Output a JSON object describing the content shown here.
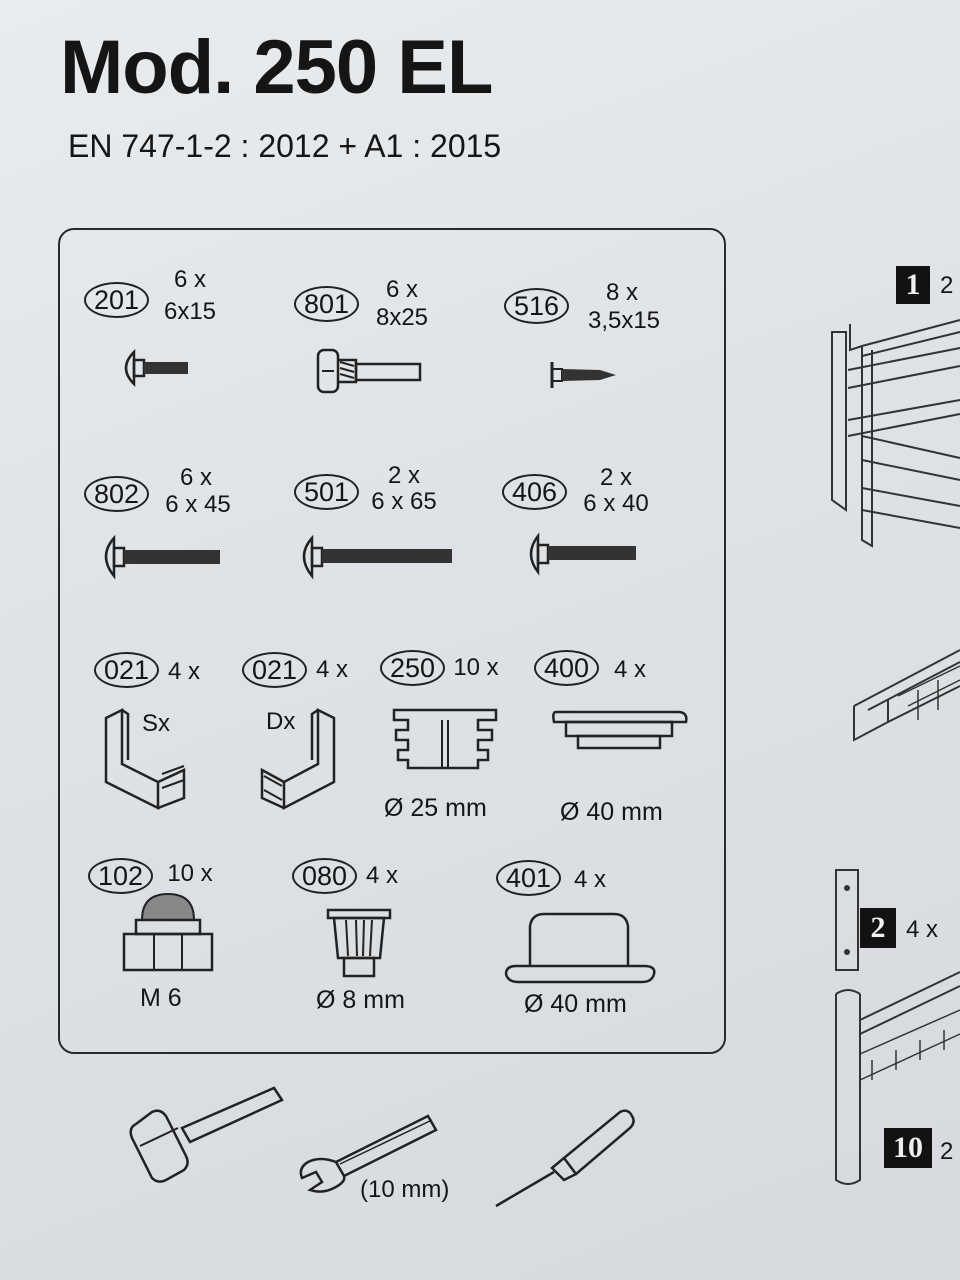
{
  "header": {
    "model": "Mod. 250 EL",
    "standard": "EN 747-1-2 : 2012 + A1 : 2015"
  },
  "parts": [
    {
      "code": "201",
      "qty": "6 x",
      "size": "6x15"
    },
    {
      "code": "801",
      "qty": "6 x",
      "size": "8x25"
    },
    {
      "code": "516",
      "qty": "8 x",
      "size": "3,5x15"
    },
    {
      "code": "802",
      "qty": "6 x",
      "size": "6 x 45"
    },
    {
      "code": "501",
      "qty": "2 x",
      "size": "6 x 65"
    },
    {
      "code": "406",
      "qty": "2 x",
      "size": "6 x 40"
    },
    {
      "code": "021",
      "qty": "4 x",
      "label": "Sx"
    },
    {
      "code": "021",
      "qty": "4 x",
      "label": "Dx"
    },
    {
      "code": "250",
      "qty": "10 x",
      "caption": "Ø 25 mm"
    },
    {
      "code": "400",
      "qty": "4 x",
      "caption": "Ø 40 mm"
    },
    {
      "code": "102",
      "qty": "10 x",
      "caption": "M 6"
    },
    {
      "code": "080",
      "qty": "4 x",
      "caption": "Ø 8 mm"
    },
    {
      "code": "401",
      "qty": "4 x",
      "caption": "Ø 40 mm"
    }
  ],
  "tools": {
    "hammer_icon": "hammer-icon",
    "wrench_icon": "wrench-icon",
    "wrench_size": "(10 mm)",
    "screwdriver_icon": "screwdriver-icon"
  },
  "steps": [
    {
      "number": "1",
      "text": "2"
    },
    {
      "number": "2",
      "text": "4 x"
    },
    {
      "number": "10",
      "text": "2"
    }
  ]
}
